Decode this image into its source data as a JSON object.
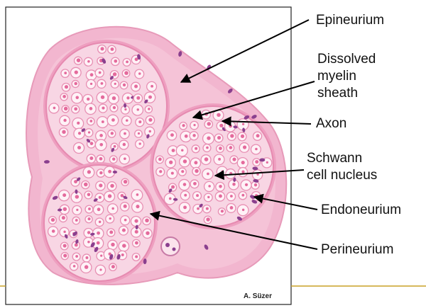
{
  "diagram": {
    "labels": {
      "epineurium": "Epineurium",
      "dissolved_myelin_sheath": [
        "Dissolved",
        "myelin",
        "sheath"
      ],
      "axon": "Axon",
      "schwann_cell_nucleus": [
        "Schwann",
        "cell nucleus"
      ],
      "endoneurium": "Endoneurium",
      "perineurium": "Perineurium"
    },
    "credit": "A. Süzer"
  },
  "colors": {
    "tissue_pink": "#f2b6cf",
    "tissue_light": "#f8d6e4",
    "fiber_ring": "#e78fb3",
    "nucleus_purple": "#8a3f8e",
    "frame": "#222222",
    "rule_gold": "#c9a227",
    "arrow": "#000000"
  }
}
